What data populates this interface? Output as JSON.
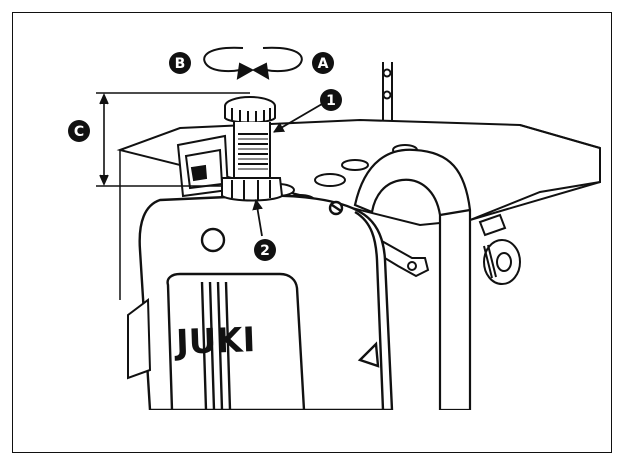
{
  "labels": {
    "A": "A",
    "B": "B",
    "C": "C",
    "one": "1",
    "two": "2"
  },
  "brand": {
    "logo_text": "JUKI"
  },
  "colors": {
    "ink": "#111111",
    "paper": "#ffffff"
  }
}
